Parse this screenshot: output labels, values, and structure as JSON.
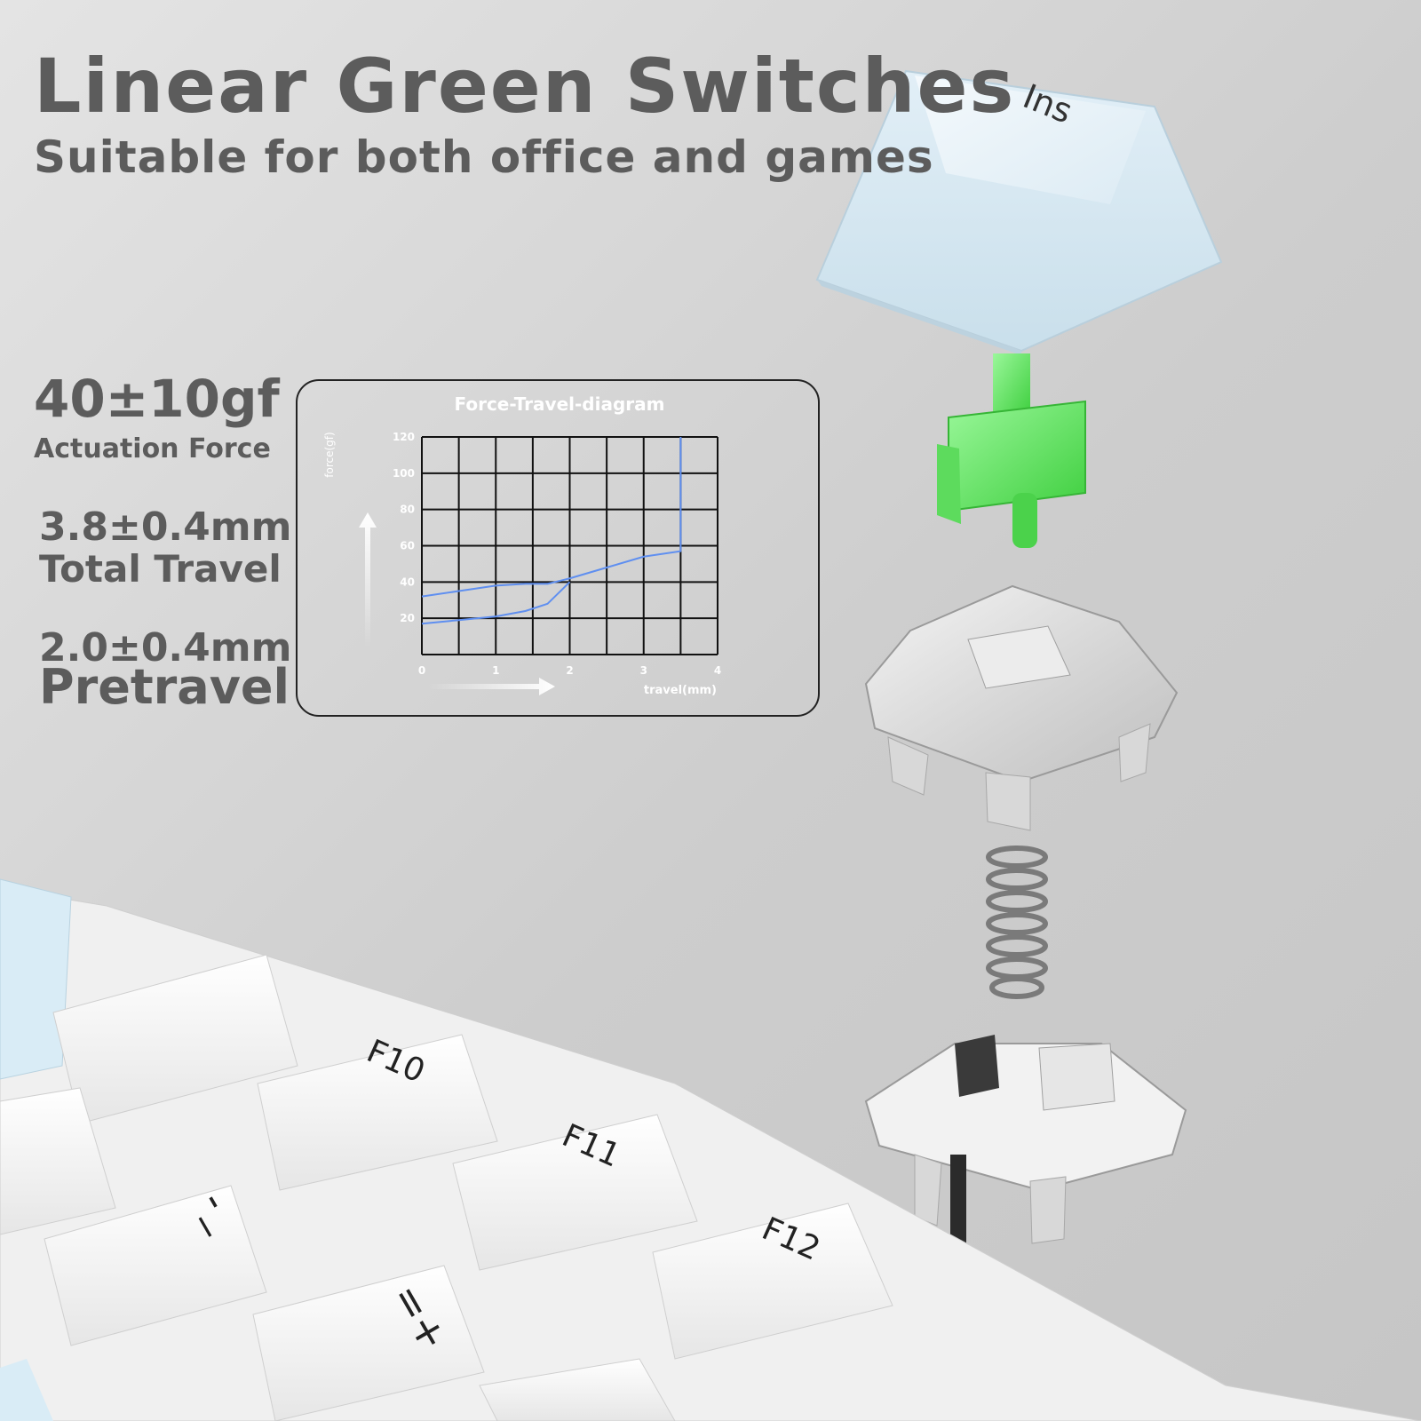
{
  "header": {
    "title": "Linear Green Switches",
    "subtitle": "Suitable for both office and games"
  },
  "specs": [
    {
      "value": "40±10gf",
      "label": "Actuation Force"
    },
    {
      "value": "3.8±0.4mm",
      "label": "Total Travel"
    },
    {
      "value": "2.0±0.4mm",
      "label": "Pretravel"
    }
  ],
  "chart_data": {
    "type": "line",
    "title": "Force-Travel-diagram",
    "xlabel": "travel(mm)",
    "ylabel": "force(gf)",
    "xlim": [
      0,
      4
    ],
    "ylim": [
      0,
      120
    ],
    "x_ticks": [
      "0",
      "1",
      "2",
      "3",
      "4"
    ],
    "y_ticks": [
      "20",
      "40",
      "60",
      "80",
      "100",
      "120"
    ],
    "grid": true,
    "line_color": "#5f8ff0",
    "series": [
      {
        "x": [
          0,
          0.5,
          1.0,
          1.4,
          1.7,
          2.0,
          2.5,
          3.0,
          3.5,
          3.5
        ],
        "y": [
          32,
          35,
          38,
          39,
          39,
          42,
          48,
          54,
          57,
          120
        ]
      },
      {
        "x": [
          0,
          0.5,
          1.0,
          1.4,
          1.7,
          2.0
        ],
        "y": [
          17,
          19,
          21,
          24,
          28,
          40
        ]
      }
    ]
  },
  "keycaps": {
    "ins": "Ins",
    "f10": "F10",
    "f11": "F11",
    "f12": "F12",
    "minus": "-_",
    "equals": "=+"
  },
  "colors": {
    "text": "#5c5c5c",
    "stem": "#6fea6f",
    "keycap_blue": "#dfeef6",
    "keycap_white": "#f8f8f8"
  }
}
